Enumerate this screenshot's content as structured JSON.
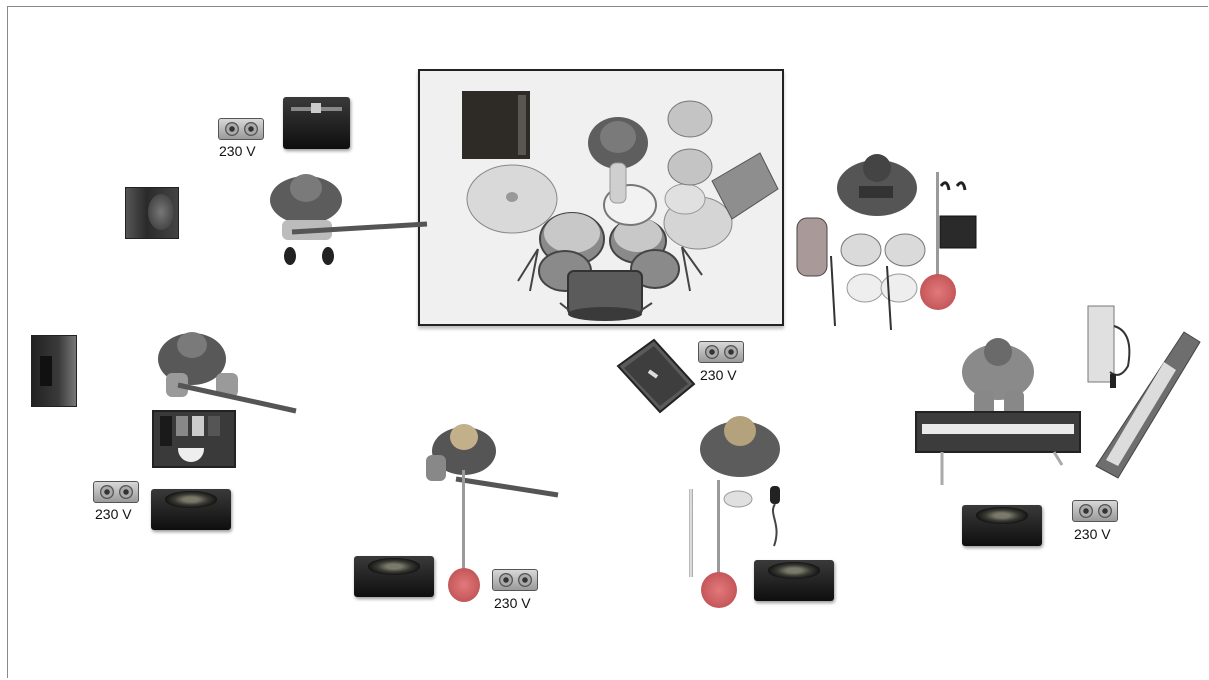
{
  "outlet_label": "230 V",
  "outlets": [
    {
      "id": "outlet-top-left-guitar",
      "label": "230 V"
    },
    {
      "id": "outlet-left-guitar",
      "label": "230 V"
    },
    {
      "id": "outlet-bass",
      "label": "230 V"
    },
    {
      "id": "outlet-drum-riser",
      "label": "230 V"
    },
    {
      "id": "outlet-keyboard",
      "label": "230 V"
    }
  ],
  "colors": {
    "riser_fill": "#f0f0f0",
    "riser_border": "#222222",
    "mic_stand_base": "#d6595c",
    "amp_black": "#1a1a1a"
  },
  "icons": [
    "guitarist-icon",
    "drummer-icon",
    "drum-kit-icon",
    "percussionist-icon",
    "keyboardist-icon",
    "keytar-icon",
    "amplifier-icon",
    "monitor-wedge-icon",
    "speaker-cabinet-icon",
    "mic-stand-icon",
    "power-outlet-icon",
    "pedalboard-icon",
    "flute-icon",
    "microphone-icon"
  ]
}
